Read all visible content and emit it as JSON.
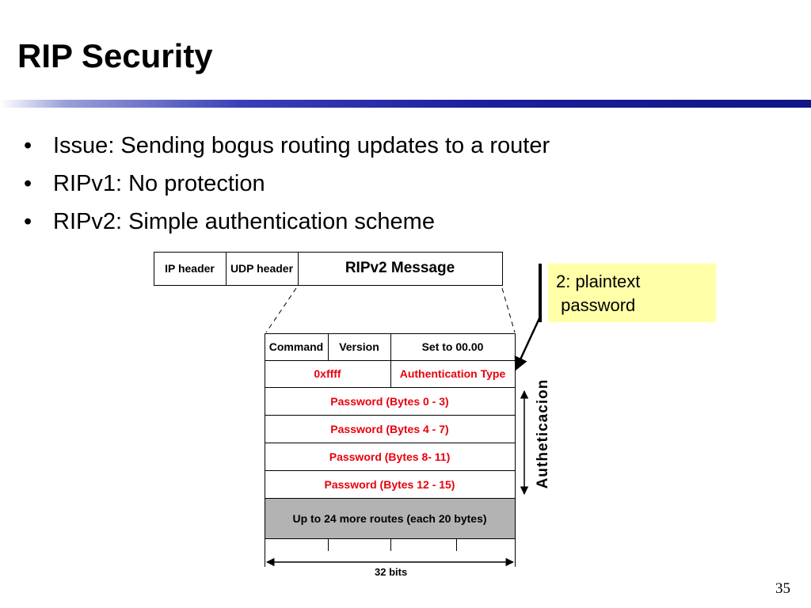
{
  "slide": {
    "title": "RIP Security",
    "page_number": "35"
  },
  "bullets": [
    "Issue: Sending bogus routing updates to a router",
    "RIPv1: No protection",
    "RIPv2: Simple authentication scheme"
  ],
  "packet": {
    "ip_header": "IP header",
    "udp_header": "UDP header",
    "ripv2_message": "RIPv2 Message"
  },
  "message": {
    "command": "Command",
    "version": "Version",
    "set_to": "Set to 00.00",
    "afi": "0xffff",
    "auth_type": "Authentication Type",
    "password_rows": [
      "Password (Bytes 0 - 3)",
      "Password (Bytes 4 - 7)",
      "Password (Bytes 8- 11)",
      "Password (Bytes 12 - 15)"
    ],
    "more_routes": "Up to 24 more routes (each 20 bytes)",
    "width_label": "32 bits"
  },
  "annotation": {
    "line1": "2: plaintext",
    "line2": " password",
    "side_label": "Autheticacion"
  },
  "colors": {
    "auth_text": "#e8000d",
    "note_background": "#ffffa8",
    "routes_fill": "#b3b3b3",
    "title_rule": "#121585"
  }
}
